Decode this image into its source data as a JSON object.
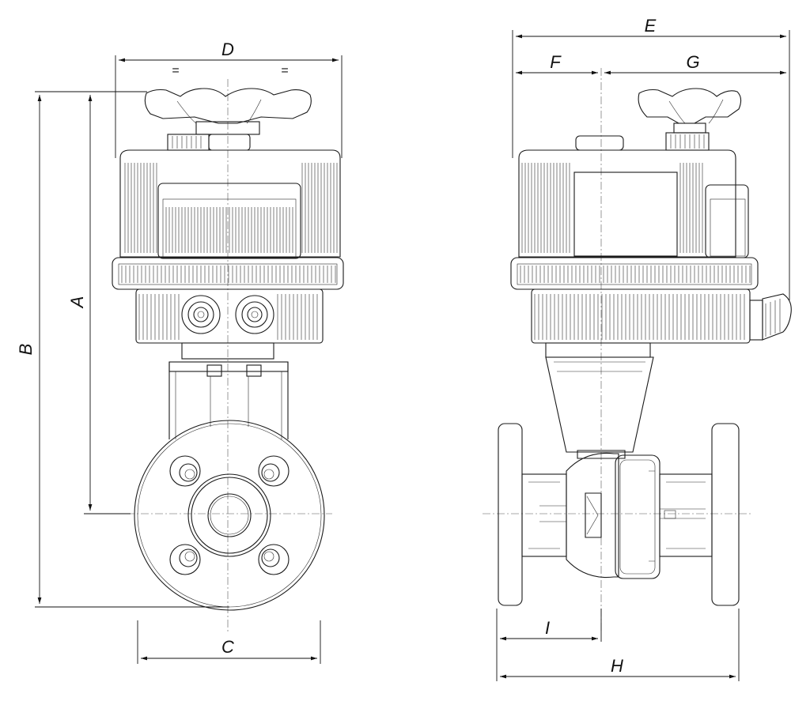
{
  "labels": {
    "A": "A",
    "B": "B",
    "C": "C",
    "D": "D",
    "E": "E",
    "F": "F",
    "G": "G",
    "H": "H",
    "I": "I",
    "eq_left": "=",
    "eq_right": "="
  },
  "colors": {
    "line": "#1a1a1a",
    "background": "#ffffff"
  }
}
